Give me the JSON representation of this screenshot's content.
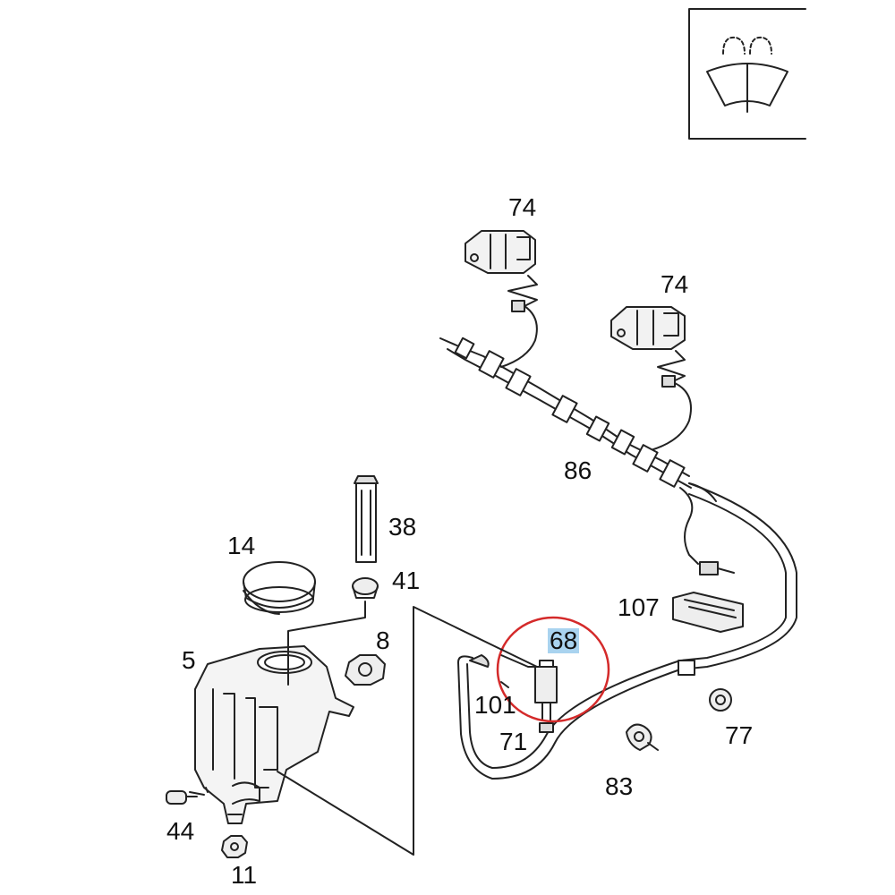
{
  "diagram": {
    "callouts": [
      {
        "id": "74a",
        "label": "74"
      },
      {
        "id": "74b",
        "label": "74"
      },
      {
        "id": "86",
        "label": "86"
      },
      {
        "id": "38",
        "label": "38"
      },
      {
        "id": "14",
        "label": "14"
      },
      {
        "id": "41",
        "label": "41"
      },
      {
        "id": "107",
        "label": "107"
      },
      {
        "id": "68",
        "label": "68"
      },
      {
        "id": "8",
        "label": "8"
      },
      {
        "id": "5",
        "label": "5"
      },
      {
        "id": "101",
        "label": "101"
      },
      {
        "id": "71",
        "label": "71"
      },
      {
        "id": "77",
        "label": "77"
      },
      {
        "id": "83",
        "label": "83"
      },
      {
        "id": "44",
        "label": "44"
      },
      {
        "id": "11",
        "label": "11"
      }
    ],
    "highlighted_part": "68",
    "highlight_color": "#a9d3ef",
    "circle_color": "#d42a2a",
    "symbol_icon": "windscreen-washer-icon"
  }
}
